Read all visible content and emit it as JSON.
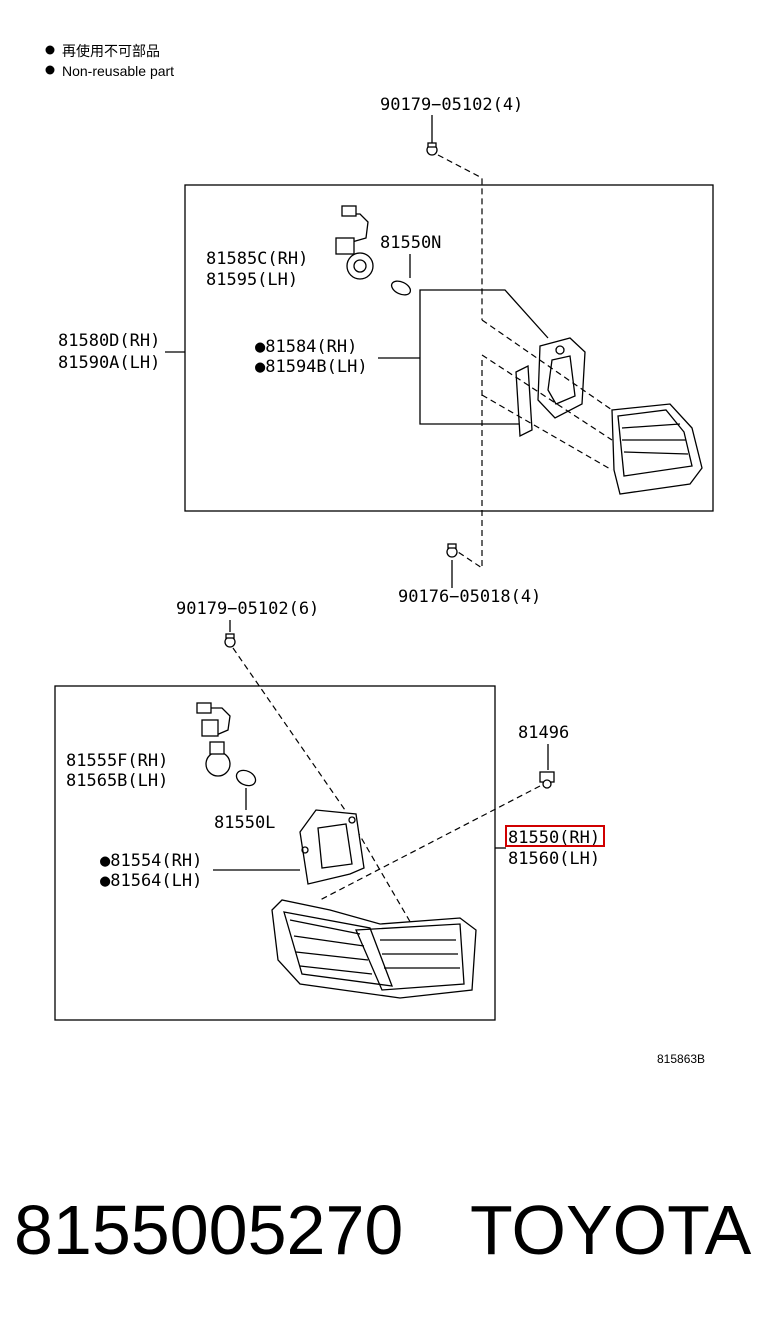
{
  "legend": {
    "bullet": "●",
    "line_jp": "再使用不可部品",
    "line_en": "Non-reusable part"
  },
  "upper": {
    "screw_top": "90179−05102(4)",
    "screw_bottom": "90176−05018(4)",
    "assembly": [
      "81580D(RH)",
      "81590A(LH)"
    ],
    "socket": [
      "81585C(RH)",
      "81595(LH)"
    ],
    "bulb": "81550N",
    "gasket": [
      "●81584(RH)",
      "●81594B(LH)"
    ]
  },
  "lower": {
    "screw_top": "90179−05102(6)",
    "clip": "81496",
    "socket": [
      "81555F(RH)",
      "81565B(LH)"
    ],
    "bulb": "81550L",
    "gasket": [
      "●81554(RH)",
      "●81564(LH)"
    ],
    "assembly_highlighted": "81550(RH)",
    "assembly_lh": "81560(LH)",
    "highlight_color": "#d00000"
  },
  "figure_code": "815863B",
  "footer": {
    "part_number": "8155005270",
    "brand": "TOYOTA"
  }
}
